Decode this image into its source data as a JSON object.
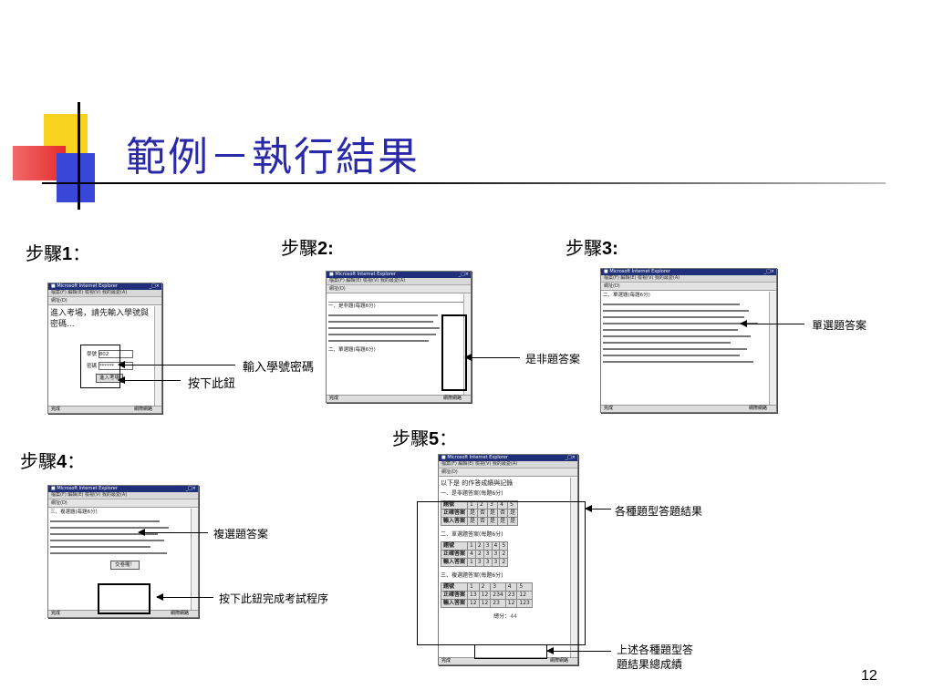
{
  "slide": {
    "title": "範例－執行結果",
    "page_number": "12"
  },
  "steps": {
    "s1": {
      "prefix": "步驟",
      "num": "1",
      "suffix": "："
    },
    "s2": {
      "prefix": "步驟",
      "num": "2:",
      "suffix": ""
    },
    "s3": {
      "prefix": "步驟",
      "num": "3:",
      "suffix": ""
    },
    "s4": {
      "prefix": "步驟",
      "num": "4",
      "suffix": "："
    },
    "s5": {
      "prefix": "步驟",
      "num": "5",
      "suffix": "："
    }
  },
  "annotations": {
    "enter_id_pwd": "輸入學號密碼",
    "press_button": "按下此鈕",
    "true_false_answer": "是非題答案",
    "single_choice_answer": "單選題答案",
    "multi_choice_answer": "複選題答案",
    "press_to_finish": "按下此鈕完成考試程序",
    "each_type_result": "各種題型答題結果",
    "total_line1": "上述各種題型答",
    "total_line2": "題結果總成績"
  },
  "shot1": {
    "heading": "進入考場，請先輸入學號與密碼...",
    "id_label": "學號",
    "id_value": "802",
    "pwd_label": "密碼",
    "pwd_value": "******",
    "submit": "進入考場"
  },
  "shot2": {
    "section1": "一、是非題(每題6分)",
    "section2": "二、單選題(每題6分)"
  },
  "shot3": {
    "section": "二、單選題(每題6分)"
  },
  "shot4": {
    "section": "三、複選題(每題6分)",
    "finish_button": "交卷囉！"
  },
  "shot5": {
    "heading": "以下是 的作答成績與記錄",
    "sec1": "一、是非題答案(每題6分)",
    "sec2": "二、單選題答案(每題6分)",
    "sec3": "三、複選題答案(每題6分)",
    "row_q": "題號",
    "row_correct": "正確答案",
    "row_input": "輸入答案",
    "nums": [
      "1",
      "2",
      "3",
      "4",
      "5"
    ],
    "t1_correct": [
      "是",
      "否",
      "是",
      "否",
      "是"
    ],
    "t1_input": [
      "是",
      "否",
      "是",
      "是",
      "是"
    ],
    "t2_correct": [
      "4",
      "2",
      "3",
      "3",
      "2"
    ],
    "t2_input": [
      "1",
      "3",
      "3",
      "3",
      "2"
    ],
    "t3_correct": [
      "13",
      "12",
      "234",
      "23",
      "12"
    ],
    "t3_input": [
      "12",
      "12",
      "23",
      "12",
      "123"
    ],
    "score_label": "總分：",
    "score_value": "44"
  },
  "browser": {
    "menu": "檔案(F) 編輯(E) 檢視(V) 我的最愛(A)",
    "status": "完成",
    "zone": "網際網路"
  }
}
